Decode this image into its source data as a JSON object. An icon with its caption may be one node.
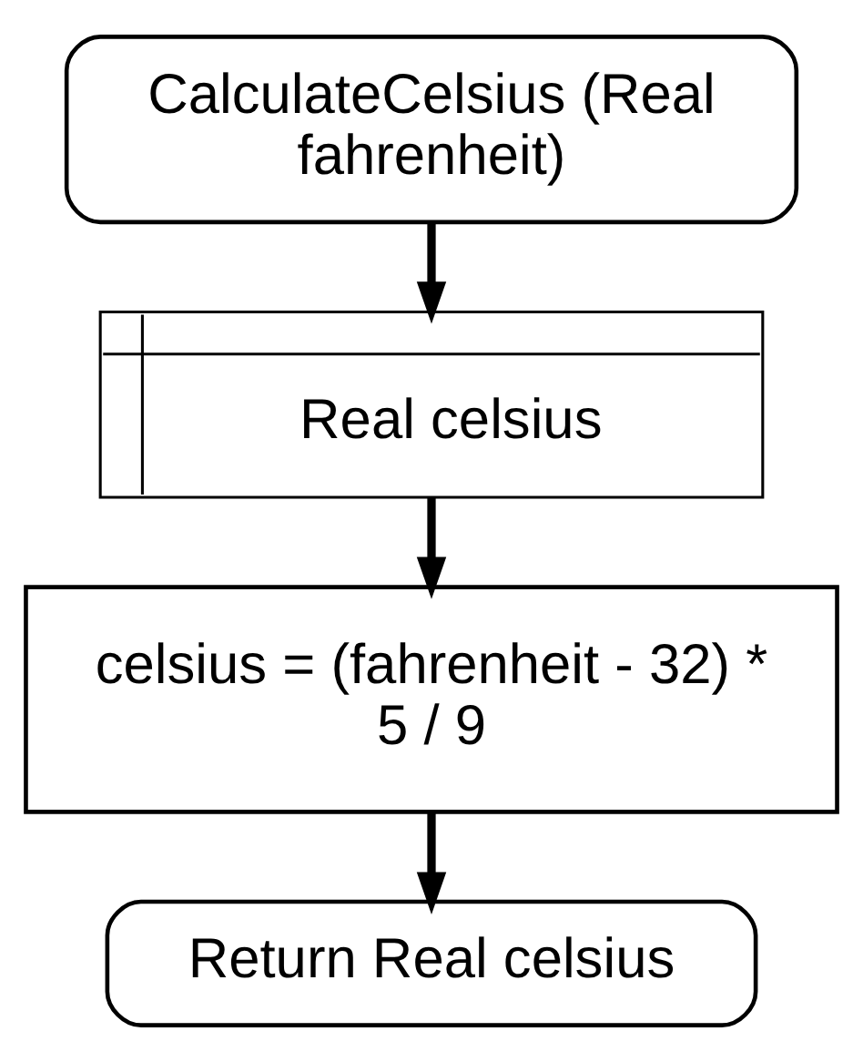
{
  "diagram": {
    "nodes": [
      {
        "text": [
          "CalculateCelsius (Real fahrenheit)"
        ]
      },
      {
        "text": [
          "Real celsius"
        ]
      },
      {
        "text": [
          "celsius = (fahrenheit - 32) * 5 / 9"
        ]
      },
      {
        "text": [
          "Return Real celsius"
        ]
      }
    ],
    "edges": [
      {
        "from": 0,
        "to": 1,
        "arrow": "to"
      },
      {
        "from": 1,
        "to": 2,
        "arrow": "to"
      },
      {
        "from": 2,
        "to": 3,
        "arrow": "to"
      }
    ]
  }
}
